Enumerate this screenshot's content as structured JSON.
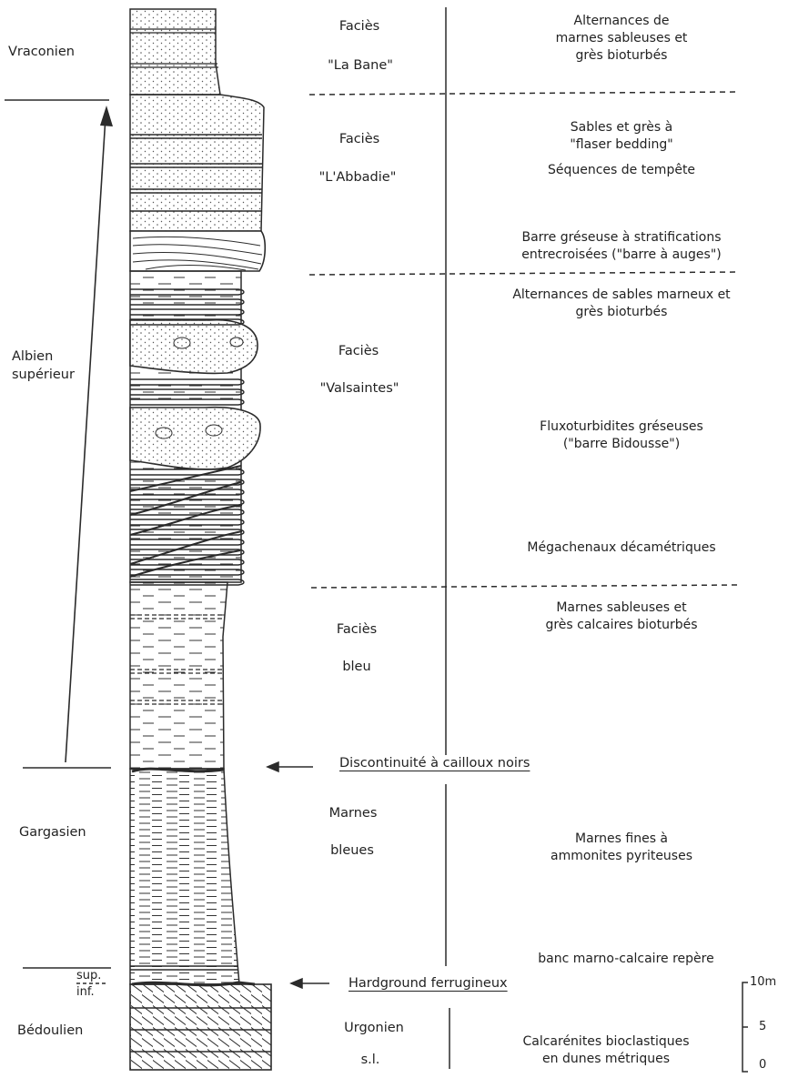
{
  "stages": [
    {
      "id": "vraconien",
      "label": "Vraconien"
    },
    {
      "id": "albien",
      "label": "Albien\nsupérieur"
    },
    {
      "id": "gargasien",
      "label": "Gargasien"
    },
    {
      "id": "sup",
      "label": "sup."
    },
    {
      "id": "inf",
      "label": "inf."
    },
    {
      "id": "bedoulien",
      "label": "Bédoulien"
    }
  ],
  "facies": [
    {
      "id": "labane",
      "line1": "Faciès",
      "line2": "\"La Bane\""
    },
    {
      "id": "abbadie",
      "line1": "Faciès",
      "line2": "\"L'Abbadie\""
    },
    {
      "id": "valsaintes",
      "line1": "Faciès",
      "line2": "\"Valsaintes\""
    },
    {
      "id": "bleu",
      "line1": "Faciès",
      "line2": "bleu"
    },
    {
      "id": "marnes",
      "line1": "Marnes",
      "line2": "bleues"
    },
    {
      "id": "urgonien",
      "line1": "Urgonien",
      "line2": "s.l."
    }
  ],
  "descriptions": [
    {
      "id": "d1",
      "text": "Alternances de\nmarnes sableuses et\ngrès bioturbés"
    },
    {
      "id": "d2",
      "text": "Sables et grès à\n\"flaser bedding\""
    },
    {
      "id": "d3",
      "text": "Séquences de tempête"
    },
    {
      "id": "d4",
      "text": "Barre gréseuse à stratifications\nentrecroisées (\"barre à auges\")"
    },
    {
      "id": "d5",
      "text": "Alternances de sables marneux et\ngrès bioturbés"
    },
    {
      "id": "d6",
      "text": "Fluxoturbidites gréseuses\n(\"barre Bidousse\")"
    },
    {
      "id": "d7",
      "text": "Mégachenaux décamétriques"
    },
    {
      "id": "d8",
      "text": "Marnes sableuses et\ngrès calcaires bioturbés"
    },
    {
      "id": "d9",
      "text": "Marnes fines à\nammonites pyriteuses"
    },
    {
      "id": "d10",
      "text": "banc marno-calcaire repère"
    },
    {
      "id": "d11",
      "text": "Calcarénites bioclastiques\nen dunes métriques"
    }
  ],
  "surfaces": [
    {
      "id": "discontinuite",
      "text": "Discontinuité à cailloux noirs"
    },
    {
      "id": "hardground",
      "text": "Hardground ferrugineux"
    }
  ],
  "scale": {
    "top": "10m",
    "mid": "5",
    "bottom": "0"
  },
  "colors": {
    "ink": "#2b2b2b",
    "paper": "#ffffff",
    "stipple": "#555555"
  }
}
